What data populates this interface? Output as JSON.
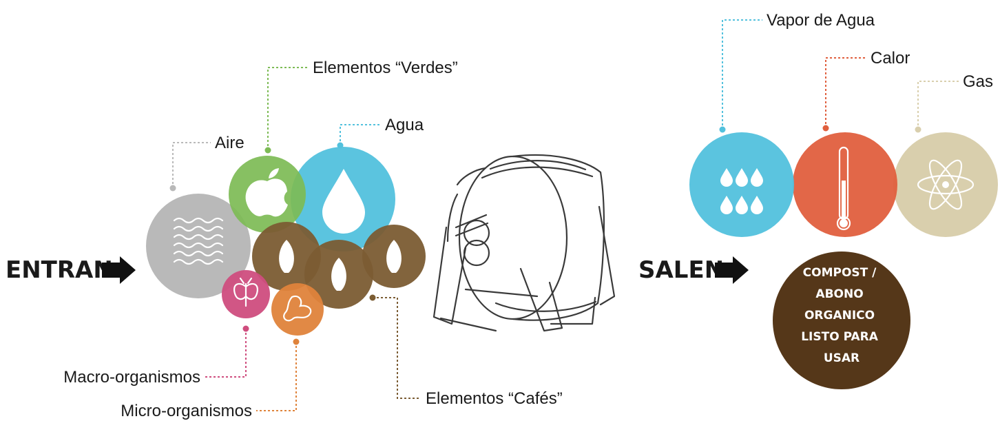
{
  "inputs": {
    "heading": "ENTRAN",
    "labels": {
      "aire": "Aire",
      "verdes": "Elementos “Verdes”",
      "agua": "Agua",
      "macro": "Macro-organismos",
      "micro": "Micro-organismos",
      "cafes": "Elementos “Cafés”"
    }
  },
  "outputs": {
    "heading": "SALEN",
    "labels": {
      "vapor": "Vapor de Agua",
      "calor": "Calor",
      "gas": "Gas"
    },
    "compost_lines": [
      "COMPOST /",
      "ABONO",
      "ORGANICO",
      "LISTO PARA",
      "USAR"
    ]
  },
  "colors": {
    "aire": "#b9b9b9",
    "verdes": "#7dbb55",
    "agua": "#52c1dd",
    "cafes": "#7b5c33",
    "macro": "#cf4d7e",
    "micro": "#df833b",
    "calor": "#e05f3e",
    "gas": "#d9cfad",
    "compost": "#553719",
    "arrow": "#111111"
  },
  "icons": {
    "aire": "waves-icon",
    "verdes": "apple-icon",
    "agua": "water-drop-icon",
    "cafes": "leaf-icon",
    "macro": "moth-icon",
    "micro": "microbe-icon",
    "vapor": "water-drops-icon",
    "calor": "thermometer-icon",
    "gas": "atom-icon"
  }
}
